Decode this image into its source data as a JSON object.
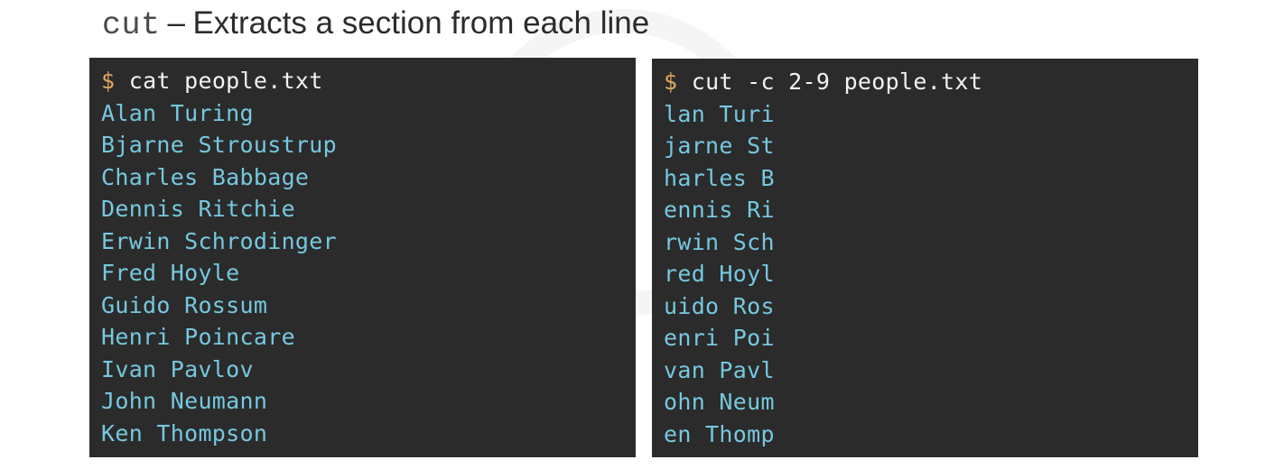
{
  "title": {
    "command": "cut",
    "dash": "–",
    "description": "Extracts a section from each line"
  },
  "left_terminal": {
    "prompt_symbol": "$",
    "command": "cat people.txt",
    "lines": [
      "Alan Turing",
      "Bjarne Stroustrup",
      "Charles Babbage",
      "Dennis Ritchie",
      "Erwin Schrodinger",
      "Fred Hoyle",
      "Guido Rossum",
      "Henri Poincare",
      "Ivan Pavlov",
      "John Neumann",
      "Ken Thompson"
    ]
  },
  "right_terminal": {
    "prompt_symbol": "$",
    "command": "cut -c 2-9 people.txt",
    "lines": [
      "lan Turi",
      "jarne St",
      "harles B",
      "ennis Ri",
      "rwin Sch",
      "red Hoyl",
      "uido Ros",
      "enri Poi",
      "van Pavl",
      "ohn Neum",
      "en Thomp"
    ]
  },
  "colors": {
    "terminal_background": "#2b2b2b",
    "prompt_symbol": "#e2a860",
    "command_text": "#f2f2f2",
    "output_text": "#76c8df",
    "title_text": "#2b2b2b"
  }
}
